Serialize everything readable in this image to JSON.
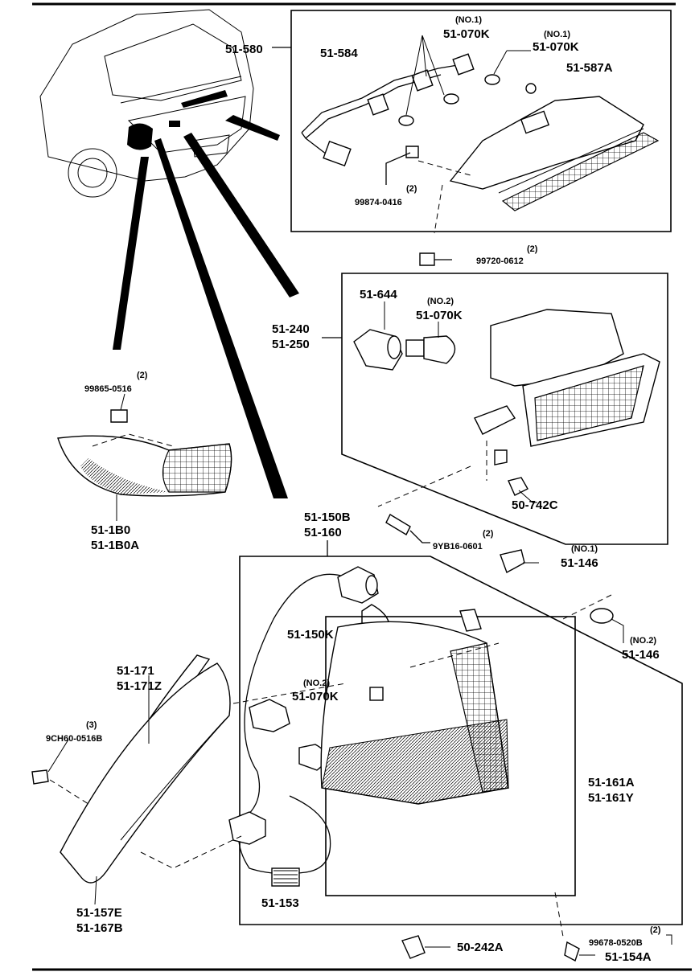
{
  "labels": {
    "l_51_580": "51-580",
    "l_51_584": "51-584",
    "l_no1_a": "(NO.1)",
    "l_51_070k_a": "51-070K",
    "l_no1_b": "(NO.1)",
    "l_51_070k_b": "51-070K",
    "l_51_587a": "51-587A",
    "l_qty2_a": "(2)",
    "l_99874_0416": "99874-0416",
    "l_qty2_b": "(2)",
    "l_99720_0612": "99720-0612",
    "l_51_644": "51-644",
    "l_no2_a": "(NO.2)",
    "l_51_070k_c": "51-070K",
    "l_51_240": "51-240",
    "l_51_250": "51-250",
    "l_qty2_c": "(2)",
    "l_99865_0516": "99865-0516",
    "l_51_742c": "50-742C",
    "l_51_1b0": "51-1B0",
    "l_51_1b0a": "51-1B0A",
    "l_51_150b": "51-150B",
    "l_51_160": "51-160",
    "l_qty2_d": "(2)",
    "l_9yb16_0601": "9YB16-0601",
    "l_no1_c": "(NO.1)",
    "l_51_146_a": "51-146",
    "l_51_150k": "51-150K",
    "l_no2_b": "(NO.2)",
    "l_51_146_b": "51-146",
    "l_51_171": "51-171",
    "l_51_171z": "51-171Z",
    "l_qty3": "(3)",
    "l_9ch60_0516b": "9CH60-0516B",
    "l_no2_c": "(NO.2)",
    "l_51_070k_d": "51-070K",
    "l_51_161a": "51-161A",
    "l_51_161y": "51-161Y",
    "l_51_153": "51-153",
    "l_51_157e": "51-157E",
    "l_51_167b": "51-167B",
    "l_50_242a": "50-242A",
    "l_qty2_e": "(2)",
    "l_99678_0520b": "99678-0520B",
    "l_51_154a": "51-154A"
  },
  "colors": {
    "ink": "#000000",
    "paper": "#ffffff"
  }
}
